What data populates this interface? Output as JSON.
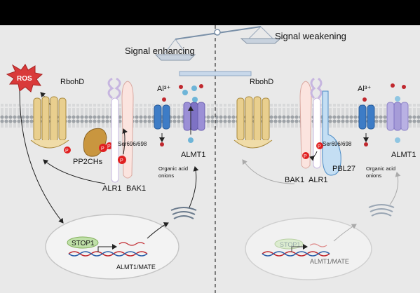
{
  "balance": {
    "enhancing_label": "Signal enhancing",
    "weakening_label": "Signal weakening"
  },
  "left": {
    "ros_label": "ROS",
    "rbohd_label": "RbohD",
    "pp2chs_label": "PP2CHs",
    "ser_label": "Ser696/698",
    "alr1_label": "ALR1",
    "bak1_label": "BAK1",
    "al_label": "Al³⁺",
    "almt1_label": "ALMT1",
    "organic_acid_label_1": "Organic acid",
    "organic_acid_label_2": "onions",
    "stop1_label": "STOP1",
    "gene_label": "ALMT1/MATE",
    "p_label": "P"
  },
  "right": {
    "rbohd_label": "RbohD",
    "ser_label": "Ser696/698",
    "bak1_label": "BAK1",
    "alr1_label": "ALR1",
    "pbl27_label": "PBL27",
    "al_label": "Al³⁺",
    "almt1_label": "ALMT1",
    "organic_acid_label_1": "Organic acid",
    "organic_acid_label_2": "onions",
    "stop1_label": "STOP1",
    "gene_label": "ALMT1/MATE",
    "p_label": "P"
  }
}
